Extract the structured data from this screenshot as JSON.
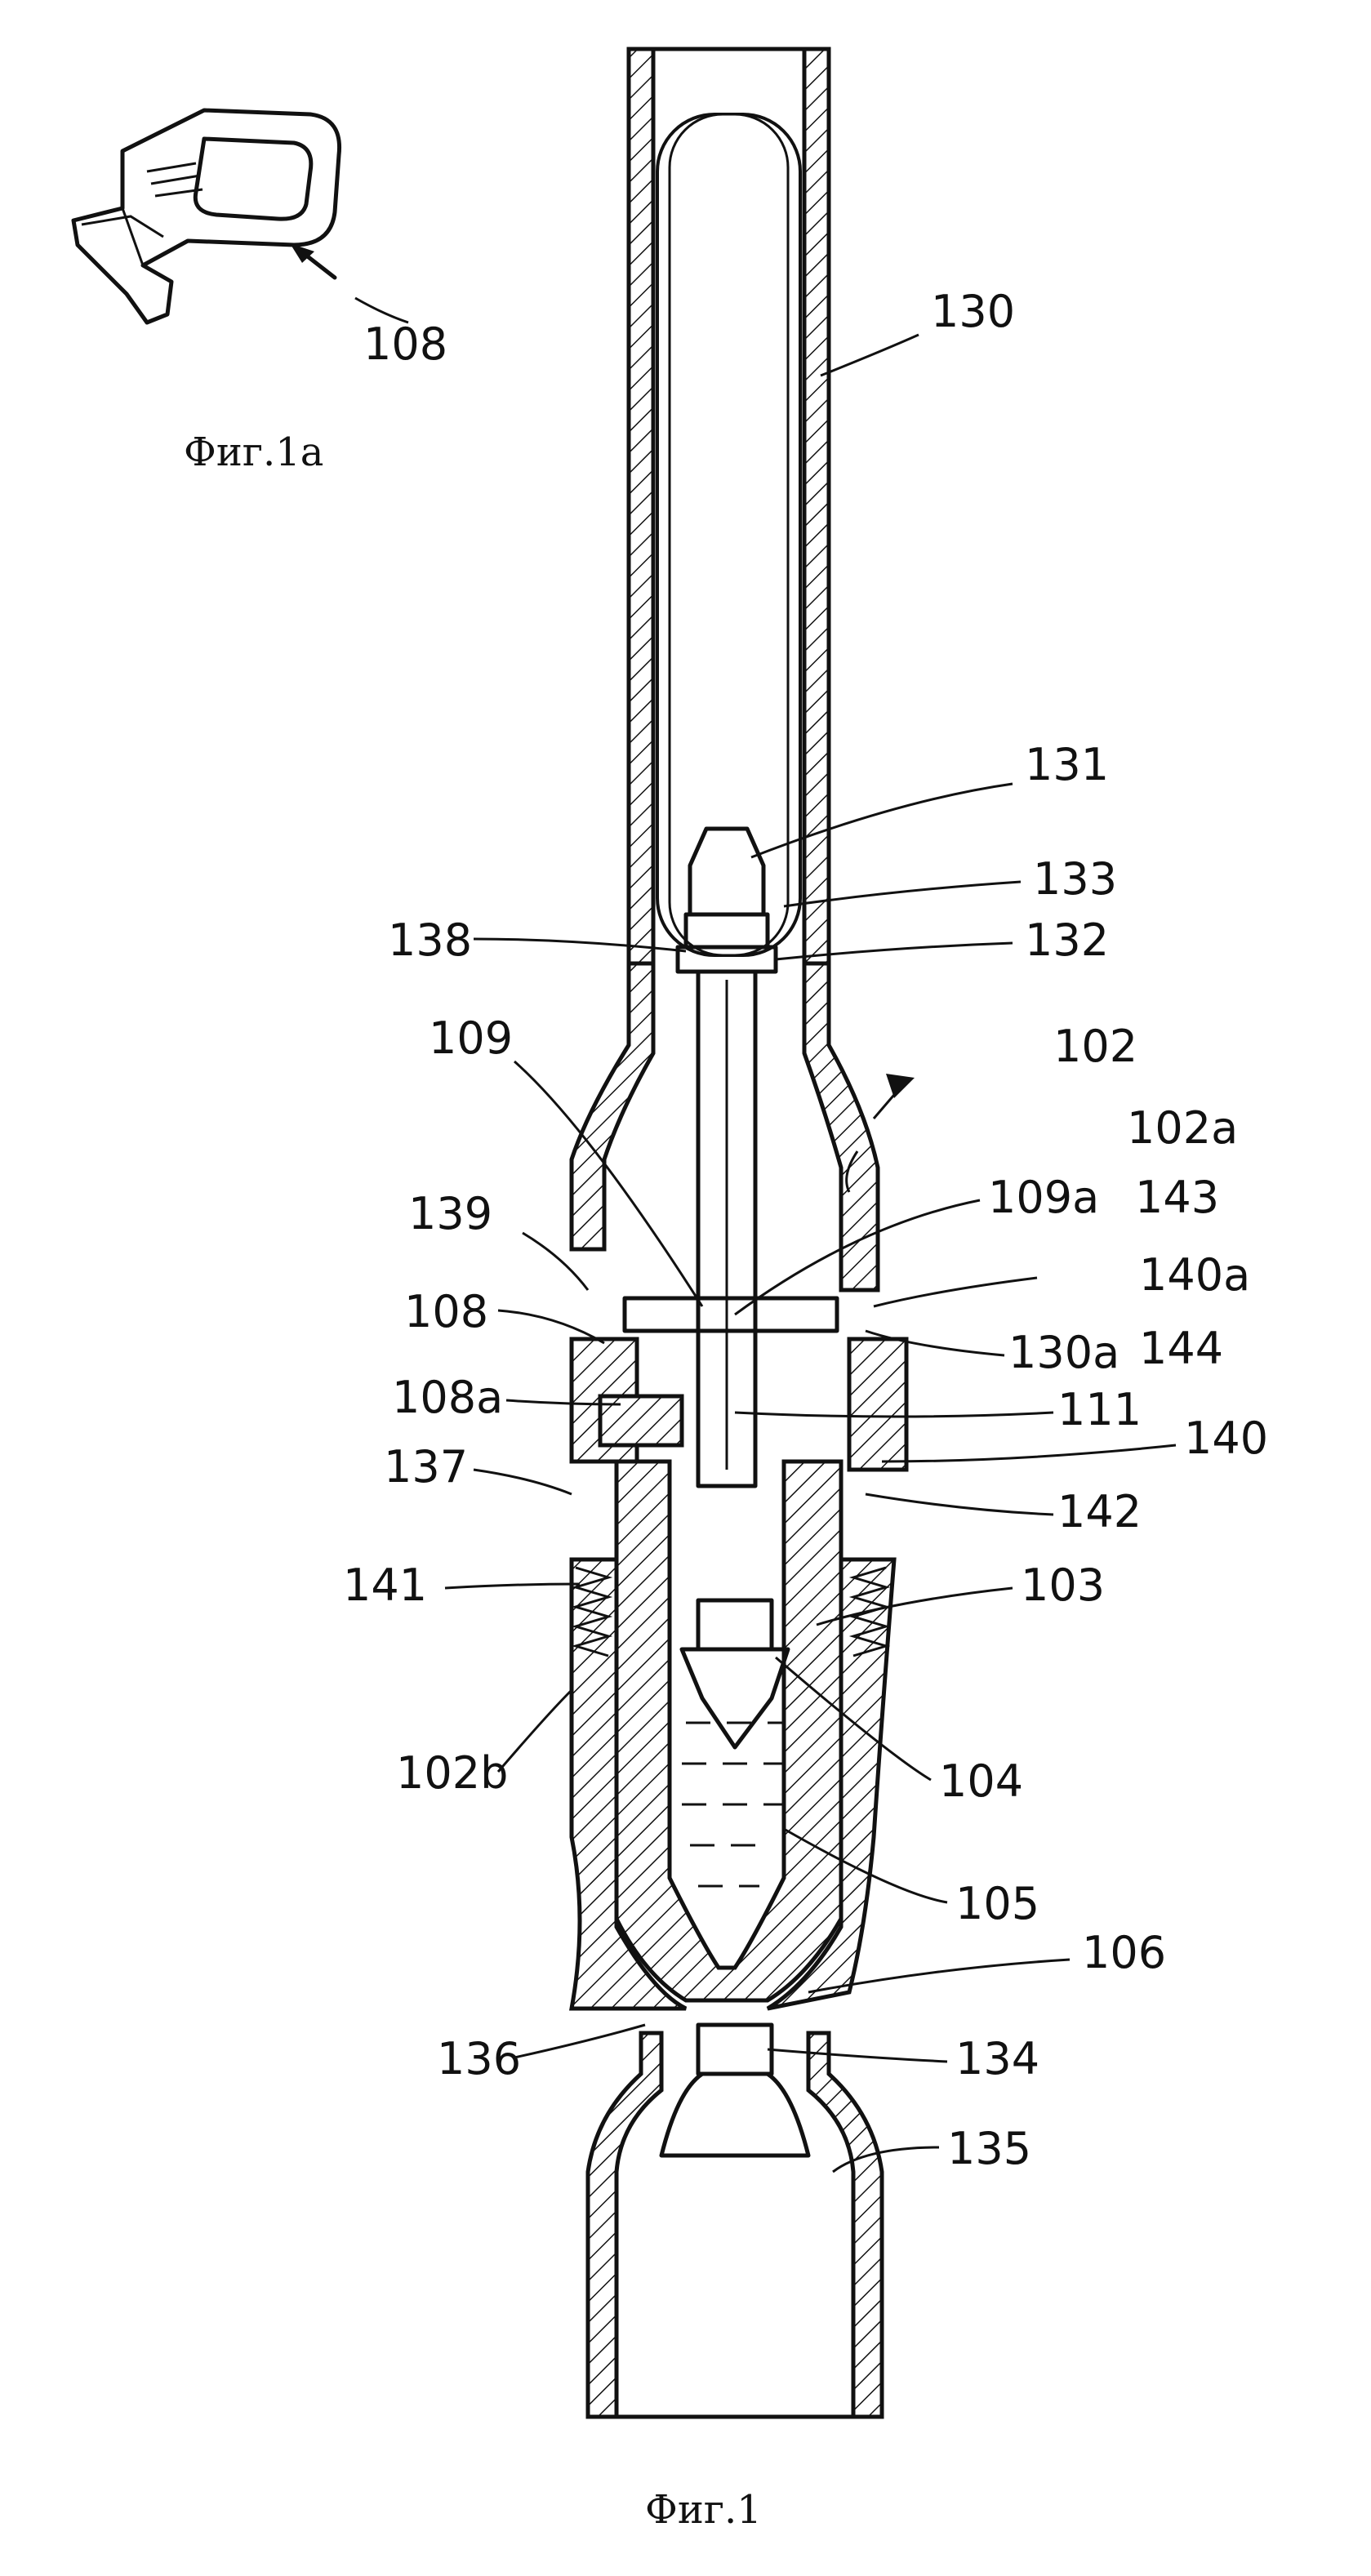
{
  "figures": {
    "fig1a_caption": "Фиг.1а",
    "fig1_caption": "Фиг.1"
  },
  "labels": [
    {
      "id": "108_top",
      "text": "108"
    },
    {
      "id": "130",
      "text": "130"
    },
    {
      "id": "131",
      "text": "131"
    },
    {
      "id": "133",
      "text": "133"
    },
    {
      "id": "138",
      "text": "138"
    },
    {
      "id": "132",
      "text": "132"
    },
    {
      "id": "109",
      "text": "109"
    },
    {
      "id": "102",
      "text": "102"
    },
    {
      "id": "102a",
      "text": "102a"
    },
    {
      "id": "139",
      "text": "139"
    },
    {
      "id": "109a",
      "text": "109a"
    },
    {
      "id": "143",
      "text": "143"
    },
    {
      "id": "140a",
      "text": "140a"
    },
    {
      "id": "108",
      "text": "108"
    },
    {
      "id": "130a",
      "text": "130a"
    },
    {
      "id": "144",
      "text": "144"
    },
    {
      "id": "108a",
      "text": "108a"
    },
    {
      "id": "111",
      "text": "111"
    },
    {
      "id": "137",
      "text": "137"
    },
    {
      "id": "140",
      "text": "140"
    },
    {
      "id": "142",
      "text": "142"
    },
    {
      "id": "141",
      "text": "141"
    },
    {
      "id": "103",
      "text": "103"
    },
    {
      "id": "102b",
      "text": "102b"
    },
    {
      "id": "104",
      "text": "104"
    },
    {
      "id": "105",
      "text": "105"
    },
    {
      "id": "106",
      "text": "106"
    },
    {
      "id": "136",
      "text": "136"
    },
    {
      "id": "134",
      "text": "134"
    },
    {
      "id": "135",
      "text": "135"
    }
  ]
}
